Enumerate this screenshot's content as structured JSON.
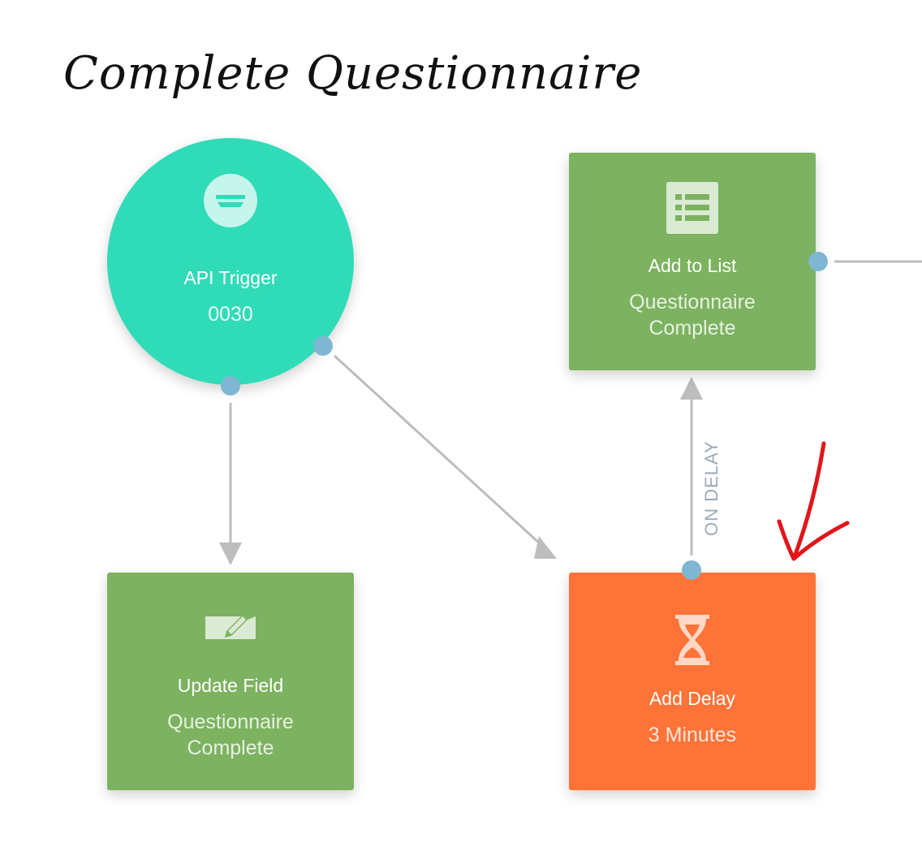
{
  "title": "Complete Questionnaire",
  "nodes": {
    "trigger": {
      "title": "API Trigger",
      "subtitle": "0030",
      "icon": "filter-icon",
      "color": "#30dbb8"
    },
    "add_to_list": {
      "title": "Add to List",
      "subtitle_line1": "Questionnaire",
      "subtitle_line2": "Complete",
      "icon": "list-icon",
      "color": "#7cb260"
    },
    "update_field": {
      "title": "Update Field",
      "subtitle_line1": "Questionnaire",
      "subtitle_line2": "Complete",
      "icon": "edit-field-icon",
      "color": "#7cb260"
    },
    "add_delay": {
      "title": "Add Delay",
      "subtitle": "3 Minutes",
      "icon": "hourglass-icon",
      "color": "#fd7338"
    }
  },
  "edges": {
    "on_delay_label": "ON DELAY"
  },
  "colors": {
    "connector": "#7fb7d2",
    "edge": "#bdbdbd",
    "annotation": "#e0161a"
  }
}
